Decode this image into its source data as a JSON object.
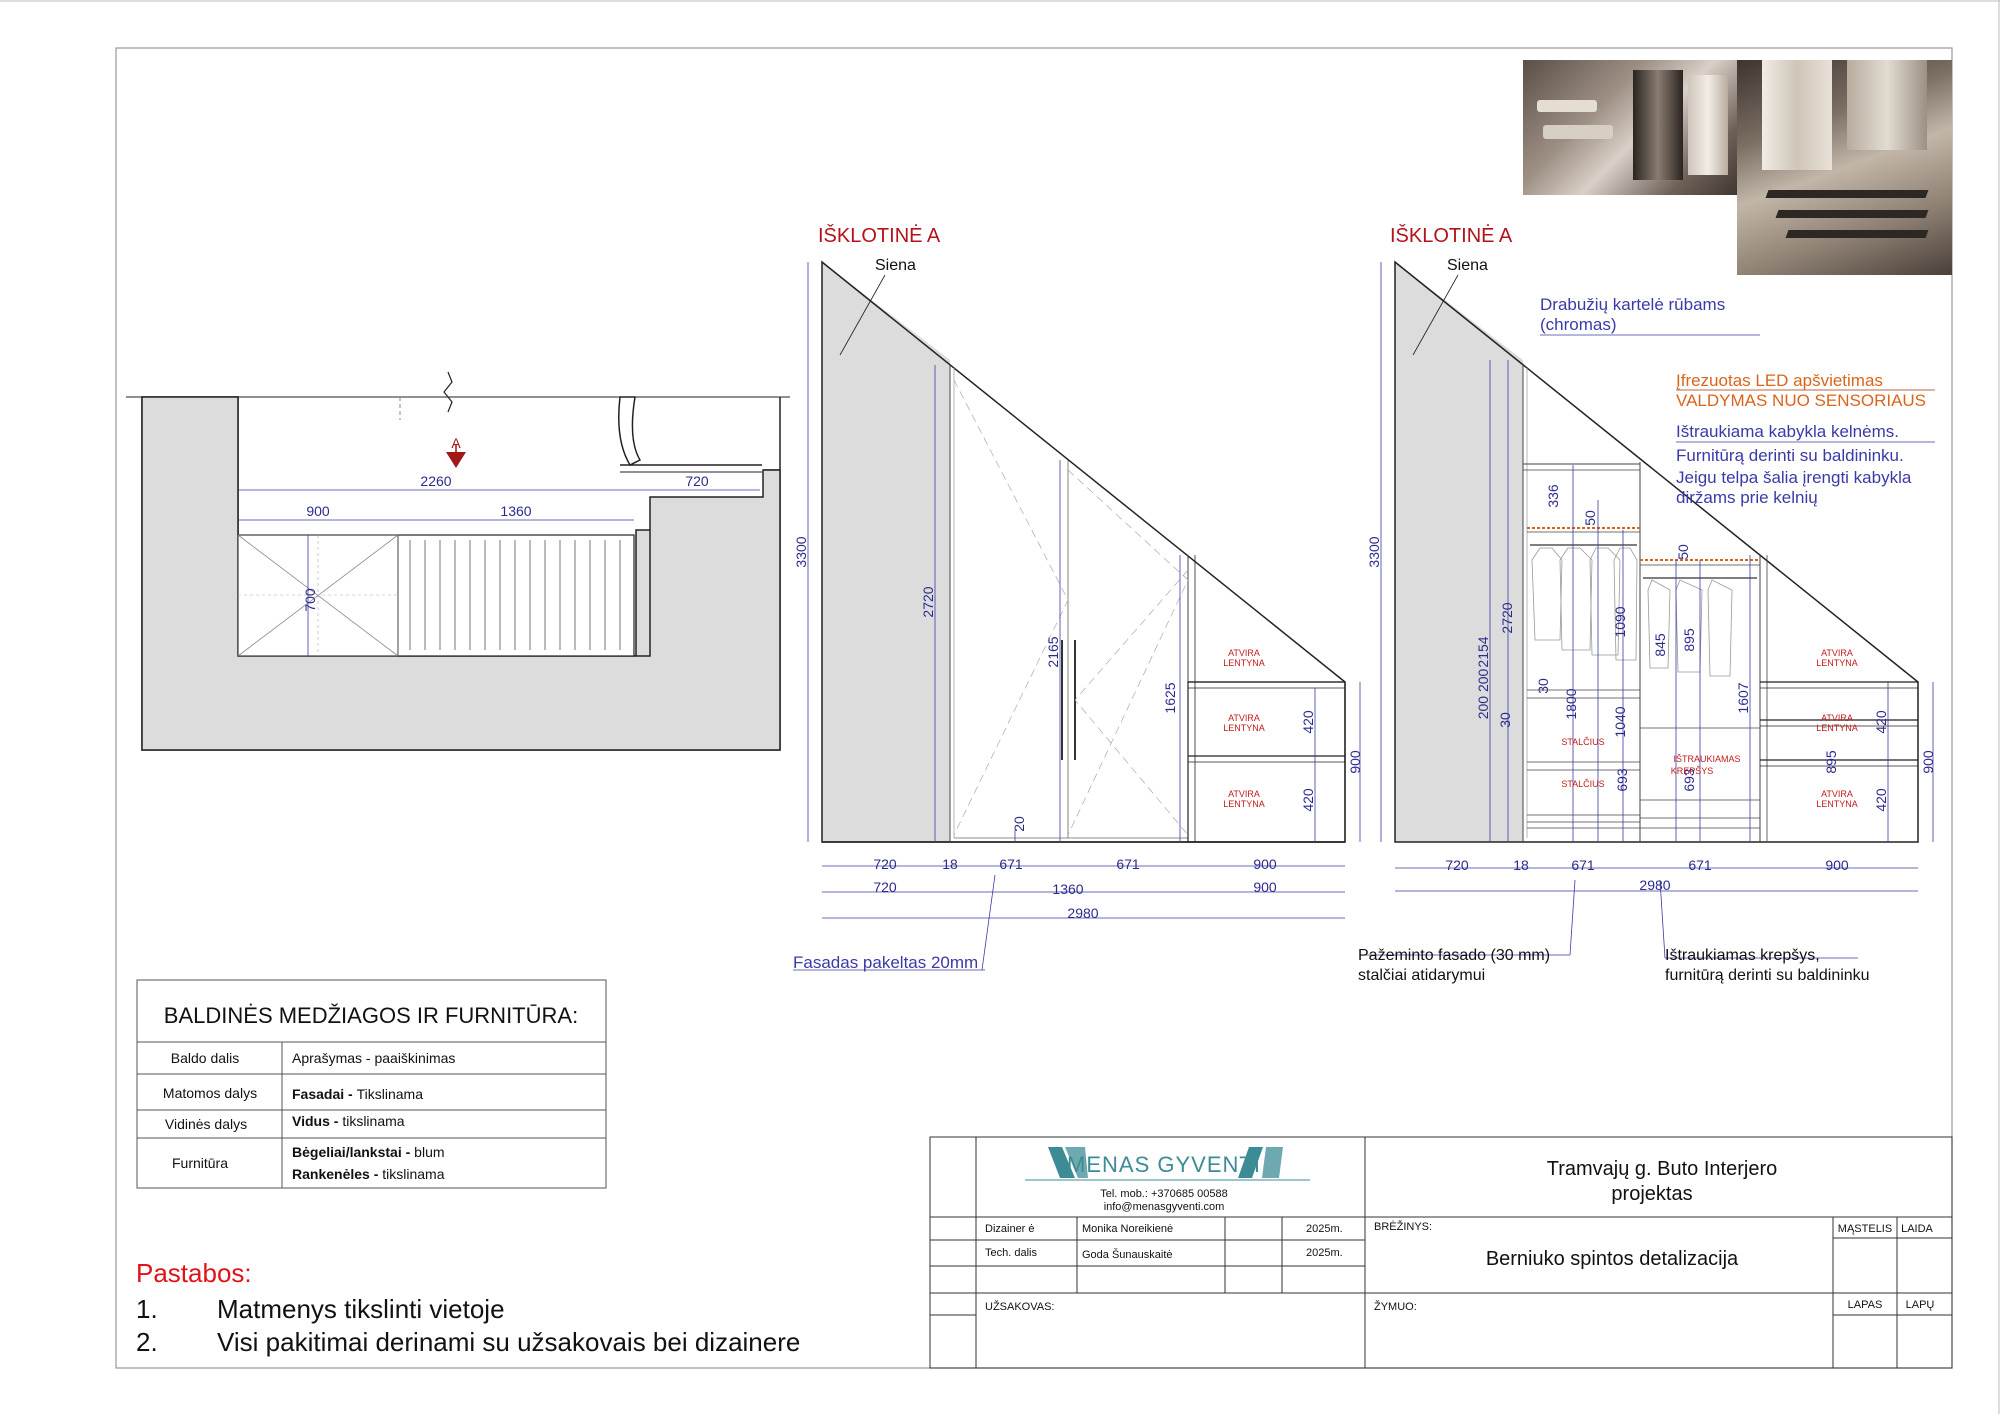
{
  "elevation_left": {
    "title": "IŠKLOTINĖ A",
    "wall_label": "Siena",
    "dims": {
      "h3300": "3300",
      "h2720": "2720",
      "h2165": "2165",
      "h1625": "1625",
      "h20": "20",
      "h420a": "420",
      "h420b": "420",
      "h900": "900",
      "w720a": "720",
      "w18": "18",
      "w671a": "671",
      "w671b": "671",
      "w900a": "900",
      "w720b": "720",
      "w1360": "1360",
      "w900b": "900",
      "w2980": "2980"
    },
    "shelf_labels": [
      "ATVIRA\nLENTYNA",
      "ATVIRA\nLENTYNA",
      "ATVIRA\nLENTYNA"
    ],
    "note_facade": "Fasadas pakeltas 20mm"
  },
  "elevation_right": {
    "title": "IŠKLOTINĖ A",
    "wall_label": "Siena",
    "note_hanger_1": "Drabužių kartelė rūbams",
    "note_hanger_2": "(chromas)",
    "note_led_1": "Įfrezuotas LED apšvietimas",
    "note_led_2": "VALDYMAS NUO SENSORIAUS",
    "note_rack_1": "Ištraukiama kabykla kelnėms.",
    "note_rack_2": "Furnitūrą derinti su baldininku.",
    "note_rack_3": "Jeigu telpa šalia įrengti kabykla",
    "note_rack_4": "diržams prie kelnių",
    "dims": {
      "h3300": "3300",
      "h2720": "2720",
      "h2154": "2154",
      "h200200": "200 200",
      "h30a": "30",
      "h336": "336",
      "h50a": "50",
      "h30b": "30",
      "h1800": "1800",
      "h1090": "1090",
      "h1040": "1040",
      "h693a": "693",
      "h50b": "50",
      "h845": "845",
      "h895a": "895",
      "h693b": "693",
      "h1607": "1607",
      "h420a": "420",
      "h420b": "420",
      "h895b": "895",
      "h900": "900",
      "w720": "720",
      "w18": "18",
      "w671a": "671",
      "w671b": "671",
      "w900": "900",
      "w2980": "2980"
    },
    "labels": {
      "drawer1": "STALČIUS",
      "drawer2": "STALČIUS",
      "basket_1": "IŠTRAUKIAMAS",
      "basket_2": "KREPŠYS",
      "shelf1": "ATVIRA",
      "shelf1b": "LENTYNA",
      "shelf2": "ATVIRA",
      "shelf2b": "LENTYNA",
      "shelf3": "ATVIRA",
      "shelf3b": "LENTYNA"
    },
    "note_facade_1": "Pažeminto fasado (30 mm)",
    "note_facade_2": "stalčiai atidarymui",
    "note_basket_1": "Ištraukiamas krepšys,",
    "note_basket_2": "furnitūrą derinti su baldininku"
  },
  "plan": {
    "marker": "A",
    "dims": {
      "w2260": "2260",
      "w720": "720",
      "w900": "900",
      "w1360": "1360",
      "d700": "700"
    }
  },
  "materials": {
    "title": "BALDINĖS MEDŽIAGOS IR FURNITŪRA:",
    "header": {
      "col1": "Baldo dalis",
      "col2": "Aprašymas  -  paaiškinimas"
    },
    "rows": [
      {
        "part": "Matomos dalys",
        "bold": "Fasadai - ",
        "text": "Tikslinama"
      },
      {
        "part": "Vidinės dalys",
        "bold": "Vidus - ",
        "text": "tikslinama"
      },
      {
        "part": "Furnitūra",
        "bold": "Bėgeliai/lankstai - ",
        "text": "blum",
        "bold2": "Rankenėles - ",
        "text2": "tikslinama"
      }
    ]
  },
  "notes": {
    "title": "Pastabos:",
    "items": [
      {
        "num": "1.",
        "text": "Matmenys tikslinti vietoje"
      },
      {
        "num": "2.",
        "text": "Visi pakitimai derinami su užsakovais bei dizainere"
      }
    ]
  },
  "titleblock": {
    "logo": "MENAS GYVENTI",
    "phone": "Tel. mob.: +370685 00588",
    "email": "info@menasgyventi.com",
    "project_1": "Tramvajų g. Buto Interjero",
    "project_2": "projektas",
    "designer_label": "Dizainer ė",
    "designer_name": "Monika  Noreikienė",
    "designer_year": "2025m.",
    "tech_label": "Tech. dalis",
    "tech_name": "Goda Šunauskaitė",
    "tech_year": "2025m.",
    "drawing_label": "BRĖŽINYS:",
    "drawing_name": "Berniuko spintos detalizacija",
    "scale_label": "MĄSTELIS",
    "edition_label": "LAIDA",
    "client_label": "UŽSAKOVAS:",
    "mark_label": "ŽYMUO:",
    "sheet_label": "LAPAS",
    "sheets_label": "LAPŲ"
  },
  "colors": {
    "gray_fill": "#dcdcdc",
    "dim_blue": "#2b2b8c",
    "title_red": "#b3121a",
    "led_orange": "#d9651c",
    "logo_teal": "#3d8b95"
  }
}
